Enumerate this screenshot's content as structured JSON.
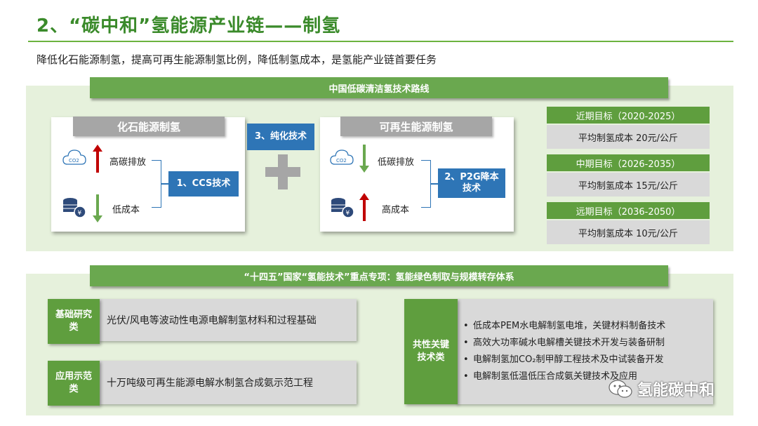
{
  "title": "2、“碳中和”氢能源产业链——制氢",
  "subtitle": "降低化石能源制氢，提高可再生能源制氢比例，降低制氢成本，是氢能产业链首要任务",
  "roadmap": {
    "banner": "中国低碳清洁氢技术路线",
    "fossil": {
      "head": "化石能源制氢",
      "high_carbon": "高碳排放",
      "low_cost": "低成本",
      "tech": "1、CCS技术"
    },
    "purify": "3、纯化技术",
    "renewable": {
      "head": "可再生能源制氢",
      "low_carbon": "低碳排放",
      "high_cost": "高成本",
      "tech": "2、P2G降本技术"
    },
    "co2_icon_text": "CO2",
    "targets": [
      {
        "head": "近期目标（2020-2025）",
        "body": "平均制氢成本   20元/公斤"
      },
      {
        "head": "中期目标（2026-2035）",
        "body": "平均制氢成本   15元/公斤"
      },
      {
        "head": "远期目标（2036-2050）",
        "body": "平均制氢成本   10元/公斤"
      }
    ],
    "colors": {
      "green": "#6aa84f",
      "blue": "#2e75b6",
      "up_arrow": "#c00000",
      "down_arrow": "#6aa84f"
    }
  },
  "plan": {
    "banner": "“十四五”国家“氢能技术”重点专项：氢能绿色制取与规模转存体系",
    "basic": {
      "tag_line1": "基础研究",
      "tag_line2": "类",
      "text": "光伏/风电等波动性电源电解制氢材料和过程基础"
    },
    "demo": {
      "tag_line1": "应用示范",
      "tag_line2": "类",
      "text": "十万吨级可再生能源电解水制氢合成氨示范工程"
    },
    "common": {
      "tag_line1": "共性关键",
      "tag_line2": "技术类",
      "items": [
        "低成本PEM水电解制氢电堆，关键材料制备技术",
        "高效大功率碱水电解槽关键技术开发与装备研制",
        "电解制氢加CO₂制甲醇工程技术及中试装备开发",
        "电解制氢低温低压合成氨关键技术及应用"
      ]
    }
  },
  "watermark": "氢能碳中和"
}
